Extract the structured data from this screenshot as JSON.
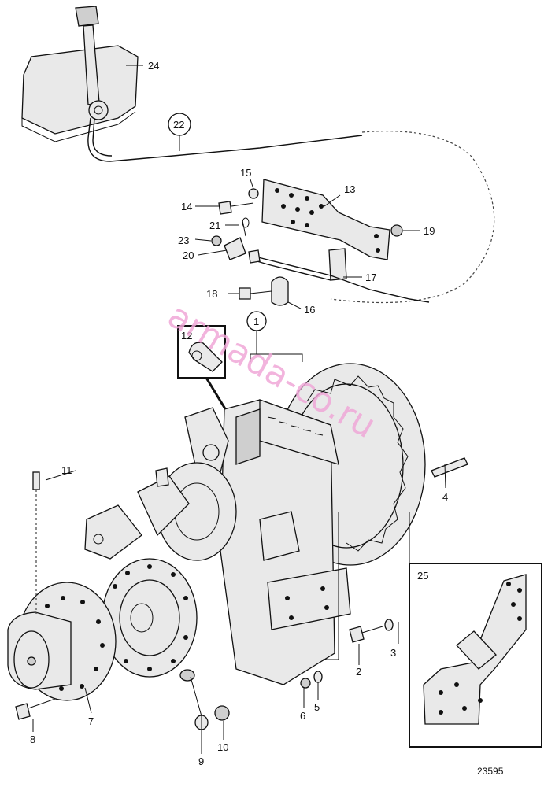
{
  "diagram": {
    "figure_number": "23595",
    "watermark": "armada-co.ru",
    "callouts": [
      "1",
      "2",
      "3",
      "4",
      "5",
      "6",
      "7",
      "8",
      "9",
      "10",
      "11",
      "12",
      "13",
      "14",
      "15",
      "16",
      "17",
      "18",
      "19",
      "20",
      "21",
      "22",
      "23",
      "24",
      "25"
    ],
    "inset_label": "25",
    "detail_label": "12"
  }
}
